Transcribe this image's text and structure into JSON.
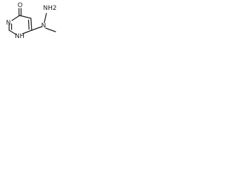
{
  "molecule": {
    "atoms": {
      "oxygen": "O",
      "ring_nitrogen_top": "N",
      "ring_nitrogen_bottom": "NH",
      "hydrazine_nitrogen": "N",
      "amino_group": "NH2"
    },
    "colors": {
      "bond": "#1a1a1a",
      "label": "#1a1a1a",
      "background": "#ffffff"
    }
  }
}
